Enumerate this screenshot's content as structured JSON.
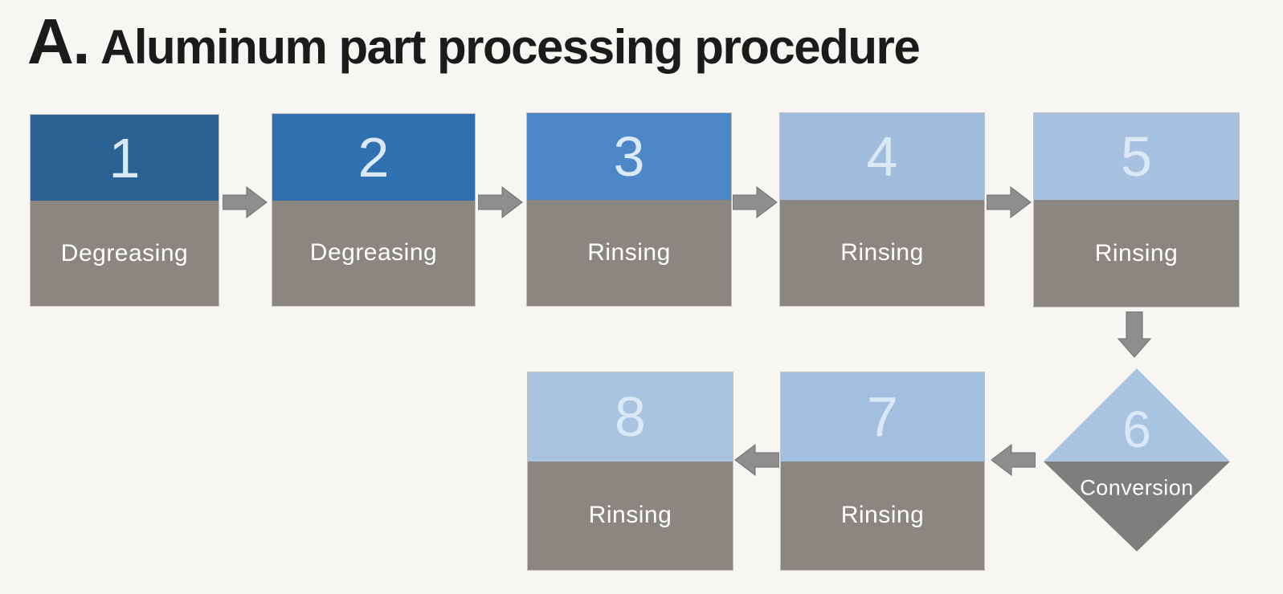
{
  "title": {
    "prefix": "A.",
    "text": "Aluminum part processing procedure"
  },
  "palette": {
    "background": "#f7f6f2",
    "title_text": "#1b1b1b",
    "number_text": "#dbe9f6",
    "label_text": "#ffffff",
    "gray_fill": "#8a8781",
    "diamond_gray": "#7f7e7c",
    "arrow_fill": "#8e8e8e",
    "arrow_edge": "#6e6e6e"
  },
  "icons": {
    "arrow_right": "right-block-arrow",
    "arrow_down": "down-block-arrow",
    "arrow_left": "left-block-arrow"
  },
  "steps": [
    {
      "number": "1",
      "label": "Degreasing",
      "shape": "square",
      "phase_color": "#2a6294"
    },
    {
      "number": "2",
      "label": "Degreasing",
      "shape": "square",
      "phase_color": "#2f70b0"
    },
    {
      "number": "3",
      "label": "Rinsing",
      "shape": "square",
      "phase_color": "#4c87c8"
    },
    {
      "number": "4",
      "label": "Rinsing",
      "shape": "square",
      "phase_color": "#a0bddd"
    },
    {
      "number": "5",
      "label": "Rinsing",
      "shape": "square",
      "phase_color": "#a7c2e0"
    },
    {
      "number": "6",
      "label": "Conversion",
      "shape": "diamond",
      "phase_color": "#a9c4e1"
    },
    {
      "number": "7",
      "label": "Rinsing",
      "shape": "square",
      "phase_color": "#a2bfdf"
    },
    {
      "number": "8",
      "label": "Rinsing",
      "shape": "square",
      "phase_color": "#a9c4e1"
    }
  ]
}
